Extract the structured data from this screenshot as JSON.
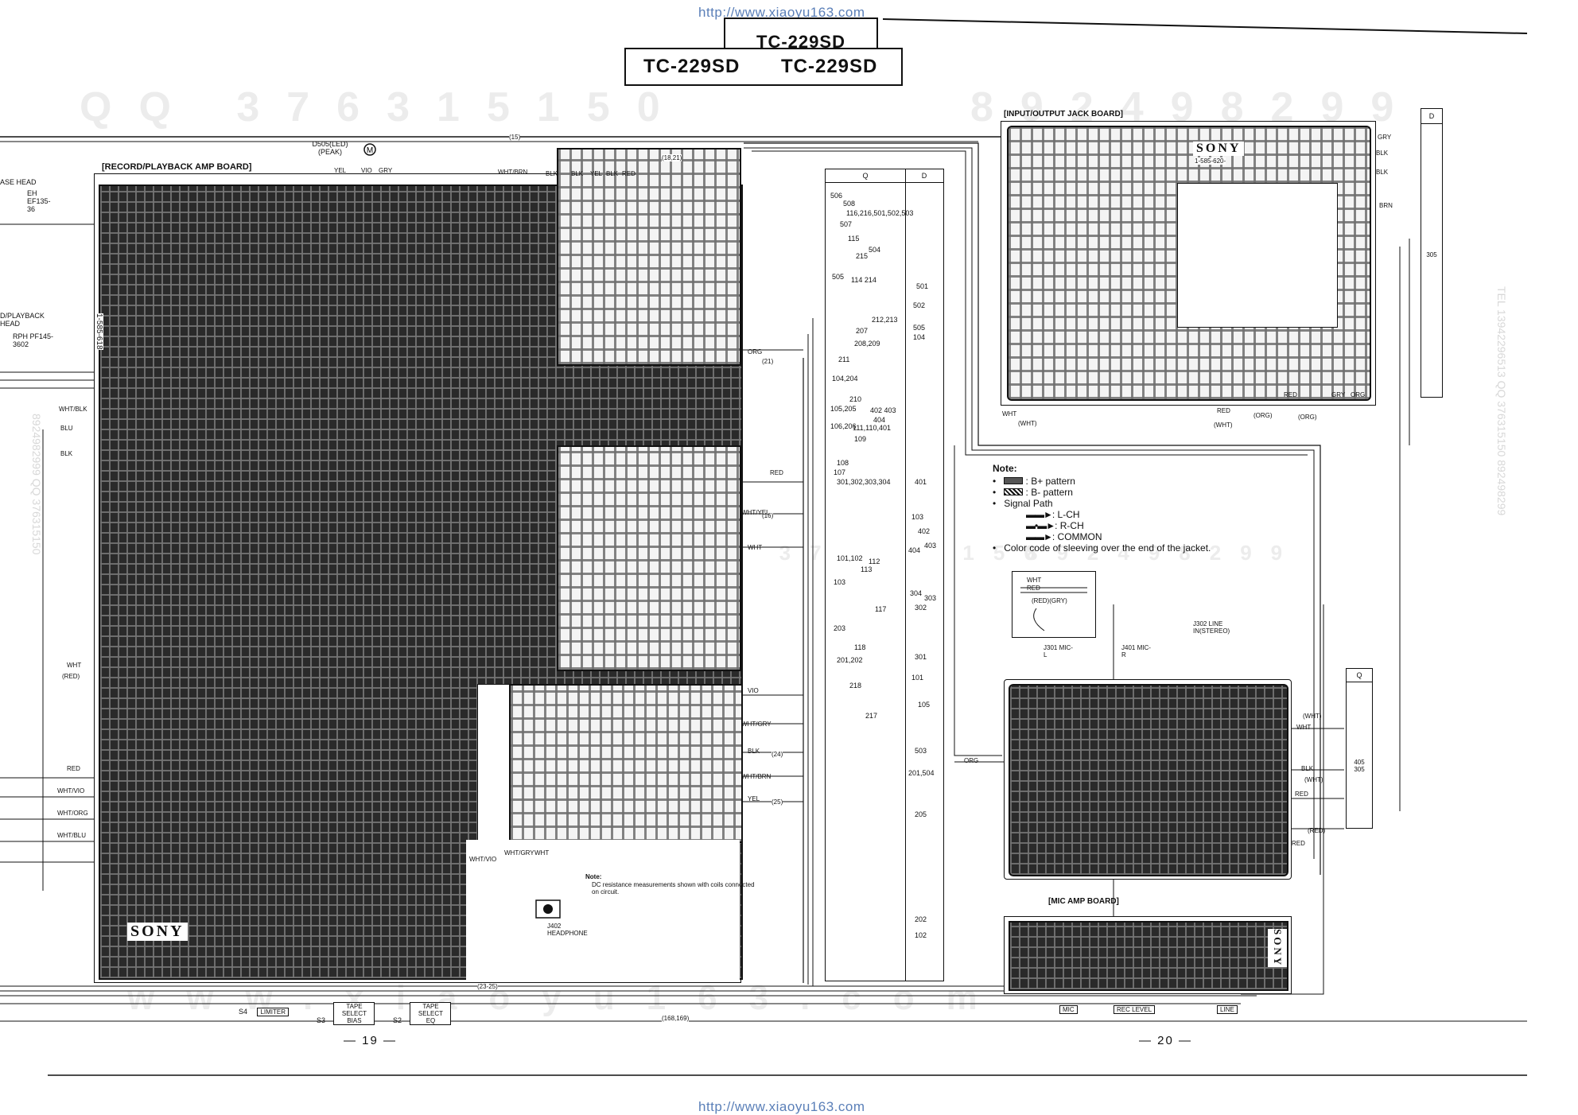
{
  "header": {
    "url_top": "http://www.xiaoyu163.com",
    "url_bottom": "http://www.xiaoyu163.com",
    "model_tab_back": "TC-229SD",
    "model_left": "TC-229SD",
    "model_right": "TC-229SD"
  },
  "watermark": {
    "left": "QQ 376315150",
    "right": "892498299",
    "mid_left": "QQ 376315150",
    "mid_right": "892498299",
    "bottom": "www.xiaoyu163.com",
    "side_left": "8924982999 QQ 376315150",
    "side_right": "TEL 13942296513 QQ 376315150 892498299"
  },
  "left_page": {
    "board_title": "[RECORD/PLAYBACK AMP BOARD]",
    "erase_head_label": "ASE HEAD",
    "erase_head_part": "EH EF135-36",
    "rp_head_label": "D/PLAYBACK HEAD",
    "rp_head_part": "RPH PF145-3602",
    "board_number": "1-585-618",
    "led_label": "D505(LED) (PEAK)",
    "sony_logo": "SONY",
    "headphone_label": "J402 HEADPHONE",
    "dc_note_title": "Note:",
    "dc_note_text": "DC resistance measurements shown with coils connected on circuit.",
    "bottom_boxes": [
      {
        "num": "S4",
        "label": "LIMITER"
      },
      {
        "num": "S3",
        "label": "TAPE SELECT BIAS"
      },
      {
        "num": "S2",
        "label": "TAPE SELECT EQ"
      }
    ],
    "bus_labels": [
      "(18,21)",
      "(15)",
      "(21)",
      "(16)",
      "(24)",
      "(25)",
      "(23-25)",
      "(168,169)"
    ],
    "wire_colors": [
      "YEL",
      "VIO",
      "GRY",
      "WHT/BRN",
      "BLK",
      "BLK",
      "YEL",
      "BLK",
      "RED",
      "ORG",
      "RED",
      "WHT/YEL",
      "WHT",
      "VIO",
      "WHT/GRY",
      "BLK",
      "WHT/BRN",
      "YEL",
      "WHT",
      "(RED)",
      "RED",
      "WHT/VIO",
      "WHT/ORG",
      "WHT/BLU",
      "WHT/BLK",
      "BLU",
      "BLK",
      "WHT/VIO",
      "WHT/GRY",
      "WHT"
    ],
    "page_number": "— 19 —"
  },
  "ref_table": {
    "headers": [
      "Q",
      "D"
    ],
    "q_refs": [
      "506",
      "508",
      "116,216,501,502,503",
      "507",
      "115",
      "504",
      "215",
      "505",
      "114 214",
      "212,213",
      "207",
      "208,209",
      "211",
      "104,204",
      "210",
      "105,205",
      "402 403",
      "404",
      "106,206",
      "111,110,401",
      "109",
      "108",
      "107",
      "301,302,303,304",
      "101,102",
      "112",
      "113",
      "103",
      "117",
      "203",
      "118",
      "201,202",
      "218",
      "217"
    ],
    "d_refs": [
      "501",
      "502",
      "505",
      "104",
      "401",
      "103",
      "402",
      "404",
      "403",
      "304",
      "303",
      "302",
      "301",
      "101",
      "105",
      "503",
      "201,504",
      "205",
      "202",
      "102"
    ]
  },
  "right_page": {
    "io_board_title": "[INPUT/OUTPUT JACK BOARD]",
    "io_sony": "SONY",
    "io_board_number": "1-585-620-",
    "io_col_header": "D",
    "io_col_value": "305",
    "notes": {
      "title": "Note:",
      "items": [
        ": B+ pattern",
        ": B- pattern",
        "Signal Path"
      ],
      "signal_paths": [
        ": L-CH",
        ": R-CH",
        ": COMMON"
      ],
      "color_code": "Color code of sleeving over the end of the jacket.",
      "sleeve_labels": [
        "WHT",
        "RED",
        "(RED)(GRY)"
      ]
    },
    "jack_labels": [
      "J301 MIC-L",
      "J401 MIC-R",
      "J302 LINE IN(STEREO)"
    ],
    "mic_board_title": "[MIC AMP BOARD]",
    "mic_sony": "SONY",
    "mic_col_header": "Q",
    "mic_col_values": [
      "405",
      "305"
    ],
    "bottom_boxes": [
      "MIC",
      "REC LEVEL",
      "LINE"
    ],
    "wire_colors": [
      "GRY",
      "BLK",
      "BLK",
      "BRN",
      "WHT",
      "(WHT)",
      "RED",
      "(WHT)",
      "(ORG)",
      "RED",
      "(ORG)",
      "GRY",
      "ORG",
      "ORG",
      "(WHT)",
      "WHT",
      "BLK",
      "(WHT)",
      "RED",
      "(RED)",
      "RED"
    ],
    "page_number": "— 20 —"
  }
}
